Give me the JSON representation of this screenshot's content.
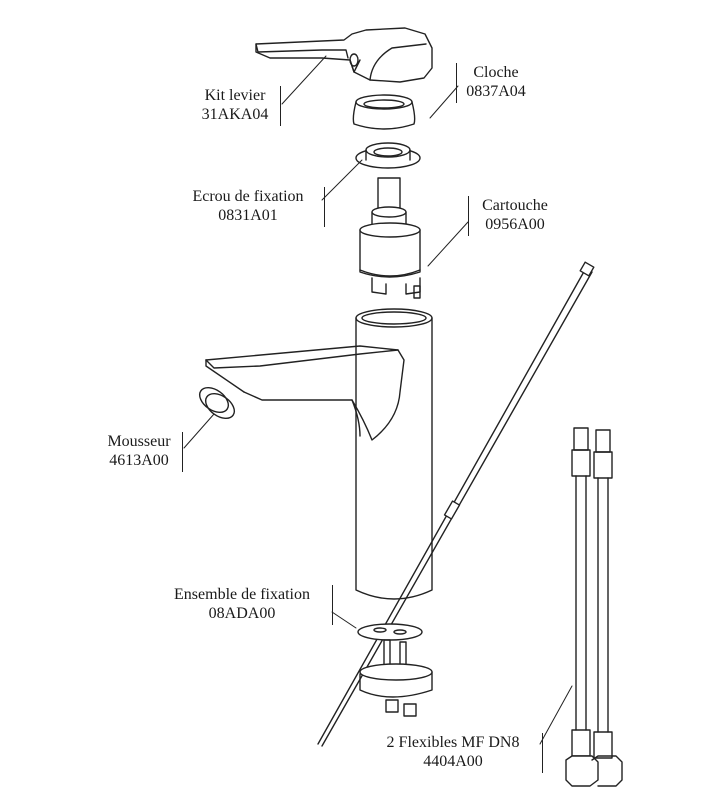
{
  "diagram": {
    "title": "",
    "parts": [
      {
        "name": "Kit levier",
        "ref": "31AKA04"
      },
      {
        "name": "Cloche",
        "ref": "0837A04"
      },
      {
        "name": "Ecrou de fixation",
        "ref": "0831A01"
      },
      {
        "name": "Cartouche",
        "ref": "0956A00"
      },
      {
        "name": "Mousseur",
        "ref": "4613A00"
      },
      {
        "name": "Ensemble de fixation",
        "ref": "08ADA00"
      },
      {
        "name": "2 Flexibles MF DN8",
        "ref": "4404A00"
      }
    ]
  },
  "colors": {
    "line": "#222222",
    "text": "#1a1a1a",
    "background": "#ffffff"
  }
}
